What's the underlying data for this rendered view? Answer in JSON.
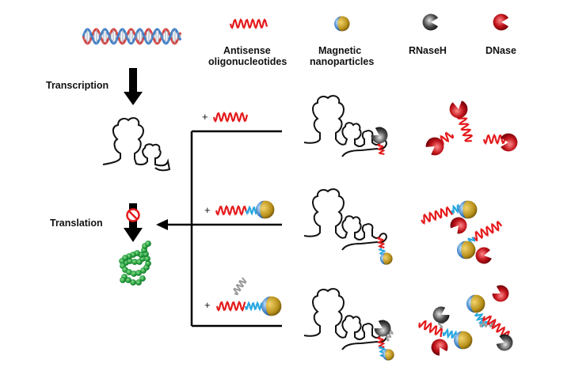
{
  "legend": {
    "aso": {
      "label_line1": "Antisense",
      "label_line2": "oligonucleotides",
      "icon": "red-squiggle-icon"
    },
    "mnp": {
      "label_line1": "Magnetic",
      "label_line2": "nanoparticles",
      "icon": "magnetic-nanoparticle-icon"
    },
    "rnaseh": {
      "label": "RNaseH",
      "icon": "pacman-rnaseh-icon"
    },
    "dnase": {
      "label": "DNase",
      "icon": "pacman-dnase-icon"
    }
  },
  "steps": {
    "transcription": "Transcription",
    "translation": "Translation"
  },
  "rows": [
    {
      "prefix": "+",
      "construct": "ASO alone"
    },
    {
      "prefix": "+",
      "construct": "ASO linked to magnetic nanoparticle"
    },
    {
      "prefix": "+",
      "construct": "ASO hybridized via linker to magnetic nanoparticle"
    }
  ],
  "colors": {
    "aso_red": "#e41a1c",
    "linker_cyan": "#29a8e0",
    "rna_black": "#111111",
    "mnp_gold": "#b8901a",
    "mnp_blue": "#3d7fc1",
    "enzyme_red": "#c0141b",
    "enzyme_gray": "#333333",
    "protein_green": "#1f9a3a",
    "dna_blue": "#3f7fc8",
    "dna_red": "#d8433f"
  }
}
